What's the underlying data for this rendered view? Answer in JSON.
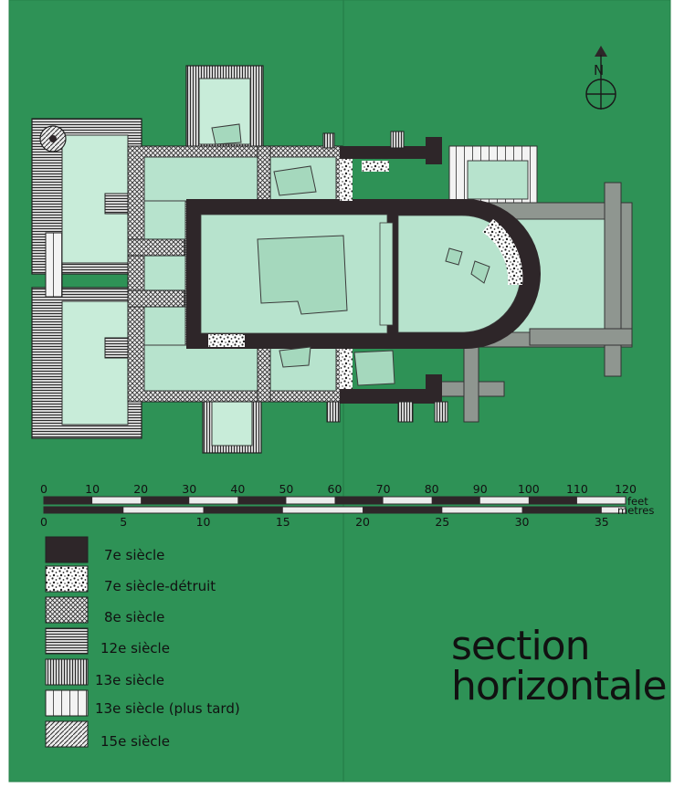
{
  "colors": {
    "background": "#2e9256",
    "room_fill": "#b7e3cd",
    "wall_dark": "#2e2629",
    "wall_grey": "#8f9690"
  },
  "compass": {
    "letter": "N",
    "icon": "north-arrow-icon"
  },
  "scale": {
    "feet_label": "feet",
    "metres_label": "metres",
    "feet_ticks": [
      "0",
      "10",
      "20",
      "30",
      "40",
      "50",
      "60",
      "70",
      "80",
      "90",
      "100",
      "110",
      "120"
    ],
    "metre_ticks": [
      "0",
      "5",
      "10",
      "15",
      "20",
      "25",
      "30",
      "35"
    ]
  },
  "legend": [
    {
      "label": "7e siècle",
      "pattern": "solid-dark"
    },
    {
      "label": "7e siècle-détruit",
      "pattern": "speckled"
    },
    {
      "label": "8e siècle",
      "pattern": "crosshatch"
    },
    {
      "label": "12e siècle",
      "pattern": "horizontal-lines"
    },
    {
      "label": "13e siècle",
      "pattern": "vertical-lines"
    },
    {
      "label": "13e siècle (plus tard)",
      "pattern": "light-vertical-lines"
    },
    {
      "label": "15e siècle",
      "pattern": "diagonal-lines"
    }
  ],
  "title": {
    "line1": "section",
    "line2": "horizontale"
  }
}
